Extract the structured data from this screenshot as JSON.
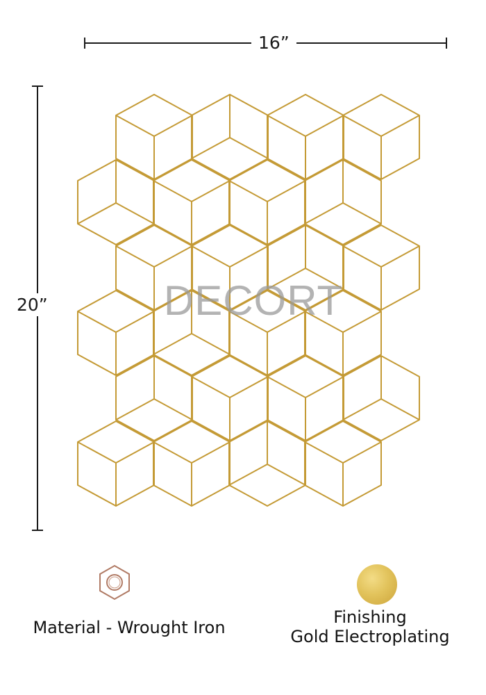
{
  "dimensions": {
    "width": "16”",
    "height": "20”"
  },
  "watermark": "DECORT",
  "material": {
    "label": "Material - Wrought Iron",
    "icon": "hex-nut-icon"
  },
  "finishing": {
    "title": "Finishing",
    "value": "Gold Electroplating",
    "icon": "gold-swatch"
  },
  "colors": {
    "frame_gold": "#c49a35",
    "swatch_gold": "#dfc05a",
    "dimension_line": "#1a1a1a",
    "nut_copper": "#b07a64"
  },
  "grid": {
    "rows": 6,
    "cubes_per_row": [
      4,
      4,
      4,
      4,
      4,
      4
    ]
  }
}
